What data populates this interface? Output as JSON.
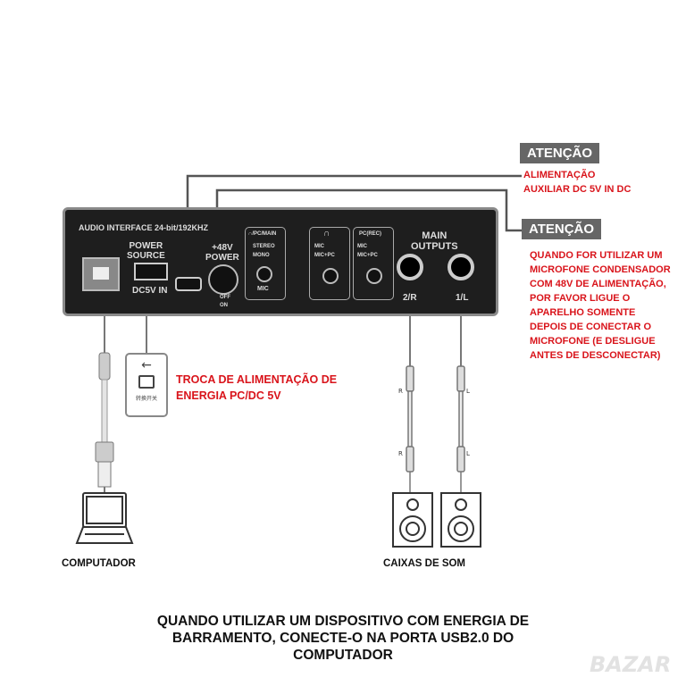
{
  "device": {
    "title": "AUDIO INTERFACE   24-bit/192KHZ",
    "power_source": "POWER\nSOURCE",
    "dc_in": "DC5V IN",
    "phantom": "+48V\nPOWER",
    "off": "OFF",
    "on": "ON",
    "mode_header": "∩/PC/MAIN",
    "stereo": "STEREO",
    "mono": "MONO",
    "mic": "MIC",
    "hp_header": "∩",
    "hp_mic": "MIC",
    "hp_micpc": "MIC+PC",
    "rec_header": "PC(REC)",
    "rec_mic": "MIC",
    "rec_micpc": "MIC+PC",
    "main_outputs": "MAIN\nOUTPUTS",
    "out_r": "2/R",
    "out_l": "1/L"
  },
  "notes": {
    "attention1": "ATENÇÃO",
    "attention1_text": "ALIMENTAÇÃO\nAUXILIAR DC 5V IN DC",
    "attention2": "ATENÇÃO",
    "attention2_text": "QUANDO FOR UTILIZAR UM\nMICROFONE CONDENSADOR\nCOM 48V DE ALIMENTAÇÃO,\nPOR FAVOR LIGUE O\nAPARELHO SOMENTE\nDEPOIS DE CONECTAR O\nMICROFONE (E DESLIGUE\nANTES DE DESCONECTAR)",
    "switch_label": "转换开关",
    "switch_text": "TROCA DE ALIMENTAÇÃO DE\nENERGIA PC/DC 5V"
  },
  "cables": {
    "r": "R",
    "l": "L"
  },
  "captions": {
    "computer": "COMPUTADOR",
    "speakers": "CAIXAS DE SOM",
    "bottom": "QUANDO UTILIZAR UM DISPOSITIVO COM ENERGIA DE\nBARRAMENTO, CONECTE-O NA PORTA USB2.0 DO\nCOMPUTADOR"
  },
  "watermark": "BAZAR",
  "colors": {
    "accent_red": "#d9141b",
    "badge_gray": "#666666"
  }
}
